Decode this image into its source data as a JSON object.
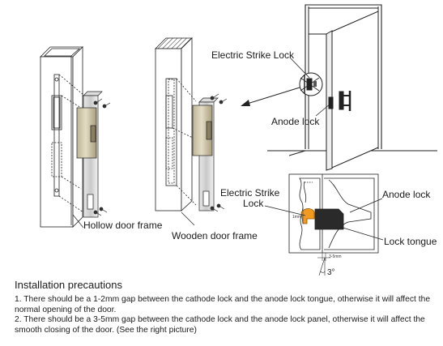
{
  "labels": {
    "hollow_frame": "Hollow door frame",
    "wooden_frame": "Wooden door frame",
    "strike_lock_top": "Electric Strike Lock",
    "anode_lock_top": "Anode lock",
    "strike_lock_detail_1": "Electric Strike",
    "strike_lock_detail_2": "Lock",
    "anode_lock_detail": "Anode lock",
    "lock_tongue": "Lock tongue",
    "dim_1mm": "1mm",
    "dim_35mm": "3-5mm",
    "angle": "3°"
  },
  "notes": {
    "title": "Installation precautions",
    "items": [
      "1. There should be a 1-2mm gap between the cathode lock and the anode lock tongue, otherwise it will affect the normal opening of the door.",
      "2. There should be a 3-5mm gap between the cathode lock and the anode lock panel, otherwise it will affect the smooth closing of the door. (See the right picture)"
    ]
  },
  "colors": {
    "line": "#222222",
    "lock_body": "#c8bfa5",
    "plate": "#d9d9d9",
    "tongue": "#2a2a2a",
    "latch": "#f29a1f"
  }
}
